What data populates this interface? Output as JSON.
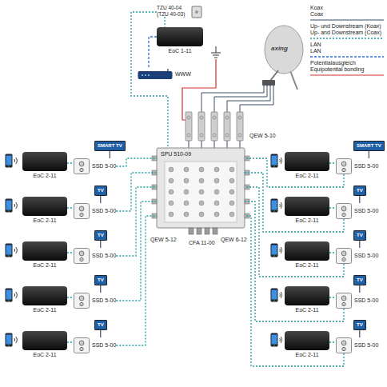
{
  "diagram": {
    "nodes": [
      {
        "text": [
          "TZU 40-04 (TZU 40-03)"
        ]
      },
      {
        "text": [
          "EoC 1-11"
        ]
      },
      {
        "text": [
          "WWW"
        ]
      },
      {
        "text": [
          "SPU 510-09"
        ]
      },
      {
        "text": [
          "EoC 2-11"
        ]
      },
      {
        "text": [
          "SSD 5-00"
        ]
      },
      {
        "text": [
          "SMART TV"
        ]
      },
      {
        "text": [
          "EoC 2-11"
        ]
      },
      {
        "text": [
          "SSD 5-00"
        ]
      },
      {
        "text": [
          "TV"
        ]
      },
      {
        "text": [
          "EoC 2-11"
        ]
      },
      {
        "text": [
          "SSD 5-00"
        ]
      },
      {
        "text": [
          "TV"
        ]
      },
      {
        "text": [
          "EoC 2-11"
        ]
      },
      {
        "text": [
          "SSD 5-00"
        ]
      },
      {
        "text": [
          "TV"
        ]
      },
      {
        "text": [
          "EoC 2-11"
        ]
      },
      {
        "text": [
          "SSD 5-00"
        ]
      },
      {
        "text": [
          "TV"
        ]
      },
      {
        "text": [
          "EoC 2-11"
        ]
      },
      {
        "text": [
          "SSD 5-00"
        ]
      },
      {
        "text": [
          "SMART TV"
        ]
      },
      {
        "text": [
          "EoC 2-11"
        ]
      },
      {
        "text": [
          "SSD 5-00"
        ]
      },
      {
        "text": [
          "TV"
        ]
      },
      {
        "text": [
          "EoC 2-11"
        ]
      },
      {
        "text": [
          "SSD 5-00"
        ]
      },
      {
        "text": [
          "TV"
        ]
      },
      {
        "text": [
          "EoC 2-11"
        ]
      },
      {
        "text": [
          "SSD 5-00"
        ]
      },
      {
        "text": [
          "TV"
        ]
      },
      {
        "text": [
          "EoC 2-11"
        ]
      },
      {
        "text": [
          "SSD 5-00"
        ]
      },
      {
        "text": [
          "TV"
        ]
      }
    ],
    "edges": [
      {
        "from": 0,
        "to": 1,
        "arrow": "none"
      },
      {
        "from": 1,
        "to": 2,
        "arrow": "none"
      },
      {
        "from": 0,
        "to": 3,
        "arrow": "none"
      },
      {
        "from": 4,
        "to": 5,
        "arrow": "none"
      },
      {
        "from": 5,
        "to": 6,
        "arrow": "none"
      },
      {
        "from": 5,
        "to": 3,
        "arrow": "none"
      },
      {
        "from": 7,
        "to": 8,
        "arrow": "none"
      },
      {
        "from": 8,
        "to": 9,
        "arrow": "none"
      },
      {
        "from": 8,
        "to": 3,
        "arrow": "none"
      },
      {
        "from": 10,
        "to": 11,
        "arrow": "none"
      },
      {
        "from": 11,
        "to": 12,
        "arrow": "none"
      },
      {
        "from": 11,
        "to": 3,
        "arrow": "none"
      },
      {
        "from": 13,
        "to": 14,
        "arrow": "none"
      },
      {
        "from": 14,
        "to": 15,
        "arrow": "none"
      },
      {
        "from": 14,
        "to": 3,
        "arrow": "none"
      },
      {
        "from": 16,
        "to": 17,
        "arrow": "none"
      },
      {
        "from": 17,
        "to": 18,
        "arrow": "none"
      },
      {
        "from": 17,
        "to": 3,
        "arrow": "none"
      },
      {
        "from": 19,
        "to": 20,
        "arrow": "none"
      },
      {
        "from": 20,
        "to": 21,
        "arrow": "none"
      },
      {
        "from": 20,
        "to": 3,
        "arrow": "none"
      },
      {
        "from": 22,
        "to": 23,
        "arrow": "none"
      },
      {
        "from": 23,
        "to": 24,
        "arrow": "none"
      },
      {
        "from": 23,
        "to": 3,
        "arrow": "none"
      },
      {
        "from": 25,
        "to": 26,
        "arrow": "none"
      },
      {
        "from": 26,
        "to": 27,
        "arrow": "none"
      },
      {
        "from": 26,
        "to": 3,
        "arrow": "none"
      },
      {
        "from": 28,
        "to": 29,
        "arrow": "none"
      },
      {
        "from": 29,
        "to": 30,
        "arrow": "none"
      },
      {
        "from": 29,
        "to": 3,
        "arrow": "none"
      },
      {
        "from": 31,
        "to": 32,
        "arrow": "none"
      },
      {
        "from": 32,
        "to": 33,
        "arrow": "none"
      },
      {
        "from": 32,
        "to": 3,
        "arrow": "none"
      }
    ],
    "labels": [
      "axing",
      "QEW 5-10",
      "QEW 5-12",
      "CFA 11-00",
      "QEW 6-12"
    ],
    "legend": [
      {
        "text": "Koax"
      },
      {
        "text": "Coax"
      },
      {
        "text": "Up- und Downstream (Koax)"
      },
      {
        "text": "Up- and Downstream (Coax)"
      },
      {
        "text": "LAN"
      },
      {
        "text": "LAN"
      },
      {
        "text": "Potentialausgleich"
      },
      {
        "text": "Equipotential bonding"
      }
    ]
  }
}
